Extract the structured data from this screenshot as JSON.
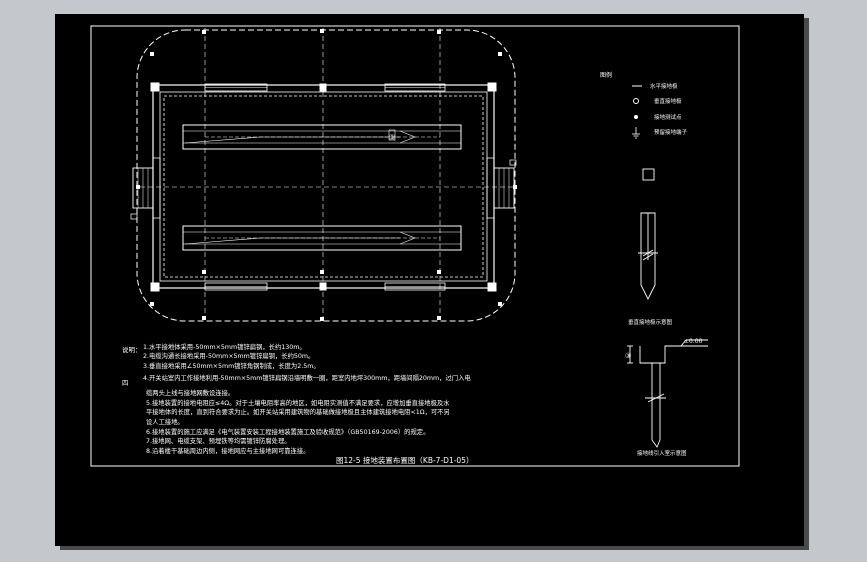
{
  "colors": {
    "background": "#c4c7cc",
    "sheet": "#000000",
    "lines": "#ffffff"
  },
  "legend": {
    "header": "图例",
    "items": [
      "水平接地极",
      "垂直接地极",
      "接地测试点",
      "预留接地端子"
    ]
  },
  "detail_vertical": {
    "caption": "垂直接地极示意图"
  },
  "detail_entry": {
    "elevation": "±0.00",
    "caption": "接地线引入室示意图"
  },
  "plan": {
    "marker": "③"
  },
  "notes": {
    "label": "说明：",
    "lines": [
      "1.水平接地体采用-50mm×5mm镀锌扁钢，长约130m。",
      "2.电缆沟通长接地采用-50mm×5mm镀锌扁钢，长约50m。",
      "3.垂直接地采用∠50mm×5mm镀锌角钢制成，长度为2.5m。",
      "4.开关站室内工作接地利用-50mm×5mm镀锌扁钢沿墙明敷一圈，距室内地坪300mm，距墙间隔20mm，过门入电",
      "缆两头上线与接地网敷设连接。",
      "5.接地装置的接地电阻应≤4Ω。对于土壤电阻率高的地区，如电阻实测值不满足要求，应增加垂直接地极及水",
      "平接地体的长度，直到符合要求为止。如开关站采用建筑物的基础做接地极且主体建筑接地电阻<1Ω，可不另",
      "设人工接地。",
      "6.接地装置的施工应满足《电气装置安装工程接地装置施工及验收规范》（GB50169-2006）的规定。",
      "7.接地网、电缆支架、预埋铁等均需镀锌防腐处理。",
      "8.沿着楼干基础周边内侧，接地网应与主接地网可靠连接。"
    ],
    "side_mark": "四"
  },
  "title_block": {
    "title": "图12-5 接地装置布置图（KB-7-D1-05）"
  }
}
